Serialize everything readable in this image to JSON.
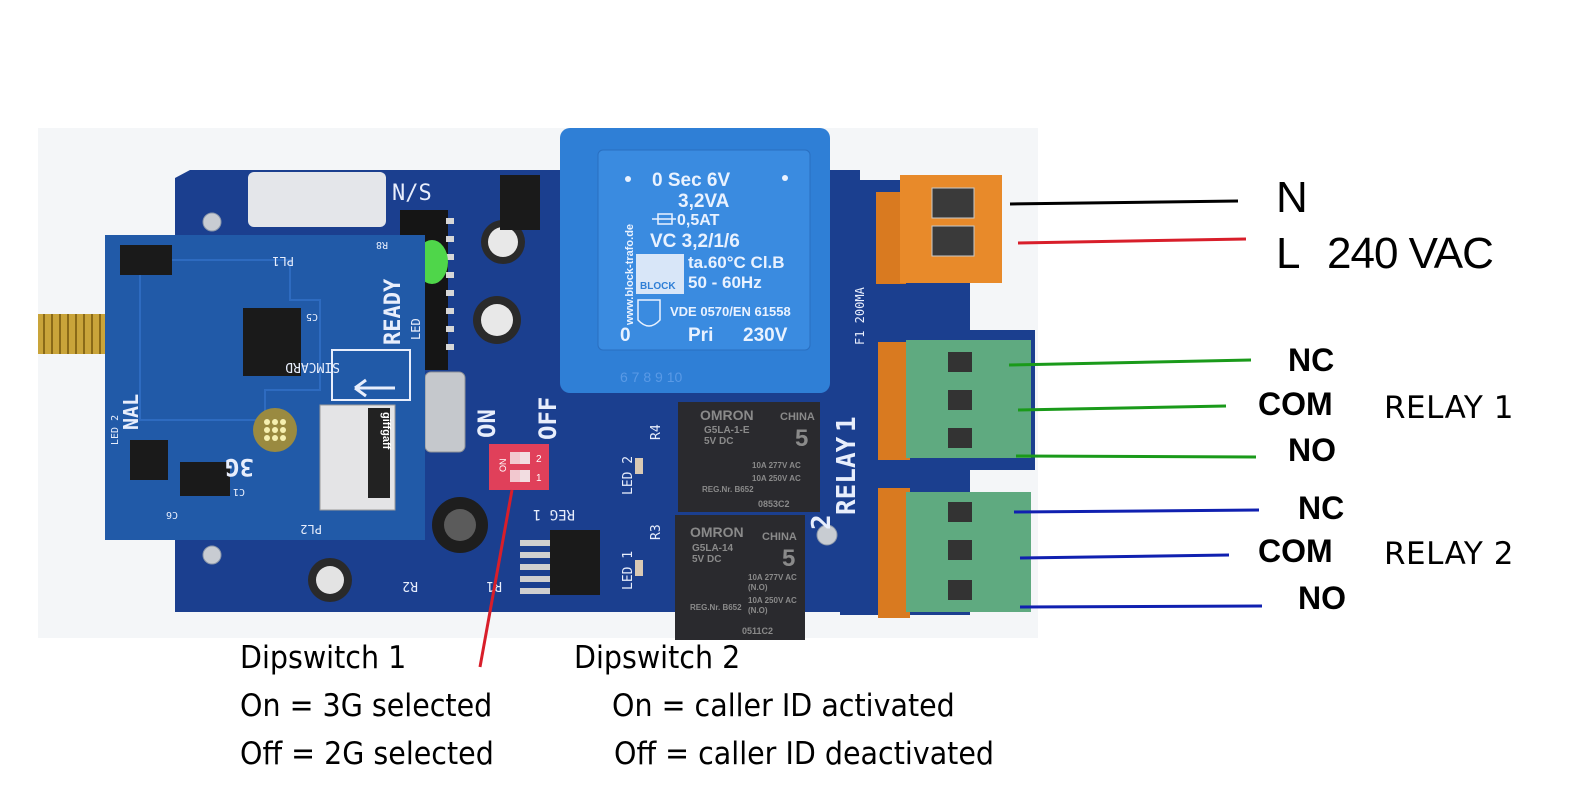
{
  "power": {
    "n_label": "N",
    "l_label": "L",
    "voltage_label": "240 VAC",
    "wire_colors": {
      "neutral": "#000000",
      "live": "#d81e2a"
    }
  },
  "relay1": {
    "title": "RELAY 1",
    "terminals": [
      "NC",
      "COM",
      "NO"
    ],
    "wire_color": "#1a9a1a"
  },
  "relay2": {
    "title": "RELAY 2",
    "terminals": [
      "NC",
      "COM",
      "NO"
    ],
    "wire_color": "#1020b0"
  },
  "dipswitch1": {
    "title": "Dipswitch 1",
    "on_text": "On = 3G selected",
    "off_text": "Off = 2G selected"
  },
  "dipswitch2": {
    "title": "Dipswitch 2",
    "on_text": "On = caller ID activated",
    "off_text": "Off = caller ID deactivated"
  },
  "pointer_color": "#d81e2a",
  "board": {
    "colors": {
      "pcb": "#1b3f8f",
      "module": "#215aa8",
      "transformer": "#2f7fd6",
      "relay_body": "#2a2a2e",
      "terminal_green": "#5faa80",
      "terminal_orange": "#e88a2a",
      "dip": "#e0405a"
    },
    "silkscreen": {
      "ns": "N/S",
      "ready": "READY",
      "led": "LED",
      "simcard": "SIMCARD",
      "g3": "3G",
      "pl1": "PL1",
      "pl2": "PL2",
      "nal": "NAL",
      "led2_mod": "LED 2",
      "on": "ON",
      "off": "OFF",
      "dip_on": "ON",
      "dip_1": "1",
      "dip_2": "2",
      "led2": "LED 2",
      "led1": "LED 1",
      "r4": "R4",
      "r3": "R3",
      "r1": "R1",
      "r2": "R2",
      "reg1": "REG 1",
      "relay": "RELAY",
      "relay_1": "1",
      "relay_2": "2",
      "fuse": "F1 200MA",
      "r8": "R8",
      "c5": "C5",
      "c1": "C1",
      "c6": "C6",
      "sim_brand": "giffgaff"
    },
    "transformer": {
      "line1": "0  Sec  6V",
      "line2": "3,2VA",
      "line3": "0,5AT",
      "line4": "VC 3,2/1/6",
      "line5": "ta.60°C Cl.B",
      "line6": "50 - 60Hz",
      "line7": "VDE 0570/EN 61558",
      "line8_left": "0",
      "line8_mid": "Pri",
      "line8_right": "230V",
      "side": "www.block-trafo.de",
      "logo": "BLOCK",
      "pins": "6  7  8  9  10"
    },
    "relay_top": {
      "brand": "OMRON",
      "model": "G5LA-1-E",
      "voltage": "5V DC",
      "origin": "CHINA",
      "num": "5",
      "rating1": "10A 277V AC",
      "rating2": "10A 250V AC",
      "reg": "REG.Nr. B652",
      "code": "0853C2"
    },
    "relay_bottom": {
      "brand": "OMRON",
      "model": "G5LA-14",
      "voltage": "5V DC",
      "origin": "CHINA",
      "num": "5",
      "rating1": "10A 277V AC",
      "rating1b": "(N.O)",
      "rating2": "10A 250V AC",
      "rating2b": "(N.O)",
      "reg": "REG.Nr. B652",
      "code": "0511C2"
    }
  }
}
